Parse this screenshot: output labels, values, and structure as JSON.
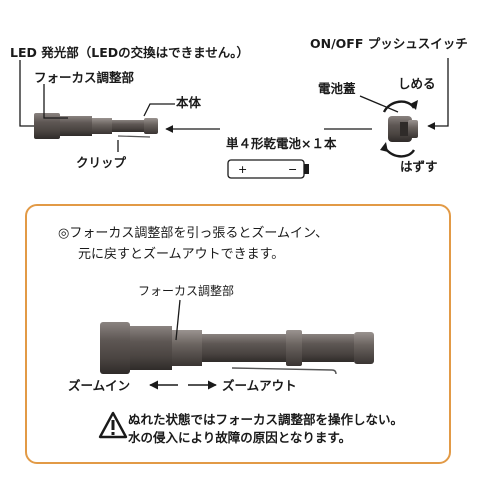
{
  "top": {
    "led_label": "LED 発光部（LEDの交換はできません。）",
    "focus_label": "フォーカス調整部",
    "body_label": "本体",
    "clip_label": "クリップ",
    "battery_label": "単４形乾電池×１本",
    "switch_label": "ON/OFF プッシュスイッチ",
    "cap_label": "電池蓋",
    "tighten_label": "しめる",
    "loosen_label": "はずす"
  },
  "bottom": {
    "note_line1": "◎フォーカス調整部を引っ張るとズームイン、",
    "note_line2": "元に戻すとズームアウトできます。",
    "focus_label": "フォーカス調整部",
    "zoom_in": "ズームイン",
    "zoom_out": "ズームアウト",
    "warning_line1": "ぬれた状態ではフォーカス調整部を操作しない。",
    "warning_line2": "水の侵入により故障の原因となります。"
  },
  "colors": {
    "accent": "#e29a46",
    "metal": "#6b6460",
    "metal_dark": "#3a3533",
    "ink": "#1a1a1a"
  },
  "icons": [
    "warning-triangle-icon",
    "rotation-arrow-icon"
  ]
}
